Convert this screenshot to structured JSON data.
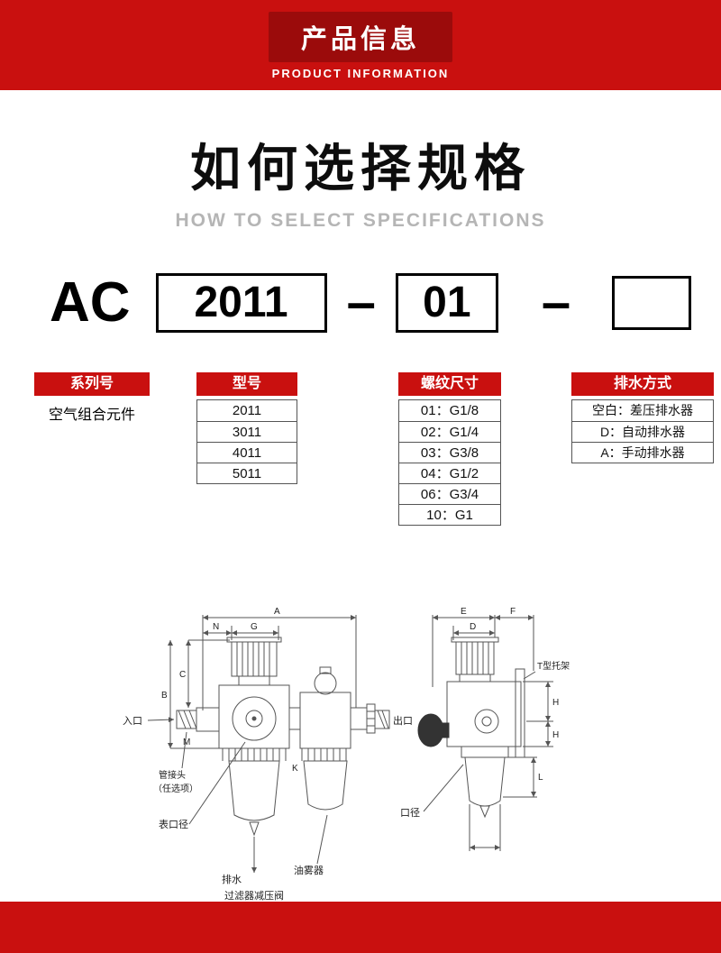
{
  "banner": {
    "title": "产品信息",
    "subtitle": "PRODUCT INFORMATION"
  },
  "heading": {
    "title": "如何选择规格",
    "subtitle": "HOW TO SELECT SPECIFICATIONS"
  },
  "model_code": {
    "prefix": "AC",
    "model": "2011",
    "dash1": "–",
    "thread": "01",
    "dash2": "–",
    "drain": ""
  },
  "columns": [
    {
      "header": "系列号",
      "items": [
        "空气组合元件"
      ]
    },
    {
      "header": "型号",
      "items": [
        "2011",
        "3011",
        "4011",
        "5011"
      ]
    },
    {
      "header": "螺纹尺寸",
      "items": [
        "01：G1/8",
        "02：G1/4",
        "03：G3/8",
        "04：G1/2",
        "06：G3/4",
        "10：G1"
      ]
    },
    {
      "header": "排水方式",
      "items": [
        "空白：差压排水器",
        "D：自动排水器",
        "A：手动排水器"
      ]
    }
  ],
  "diagram": {
    "left": {
      "dims": {
        "A": "A",
        "N": "N",
        "G": "G",
        "C": "C",
        "B": "B",
        "M": "M",
        "K": "K"
      },
      "labels": {
        "inlet": "入口",
        "fitting_line1": "管接头",
        "fitting_line2": "（任选项）",
        "gauge_bore": "表口径",
        "drain": "排水",
        "caption": "过滤器减压阀",
        "lubricator": "油雾器",
        "outlet": "出口"
      }
    },
    "right": {
      "dims": {
        "E": "E",
        "D": "D",
        "F": "F",
        "H1": "H",
        "H2": "H",
        "L": "L"
      },
      "labels": {
        "bracket": "T型托架",
        "bore": "口径"
      }
    }
  },
  "colors": {
    "brand_red": "#c9100f",
    "badge_dark_red": "#9b0b0b"
  }
}
